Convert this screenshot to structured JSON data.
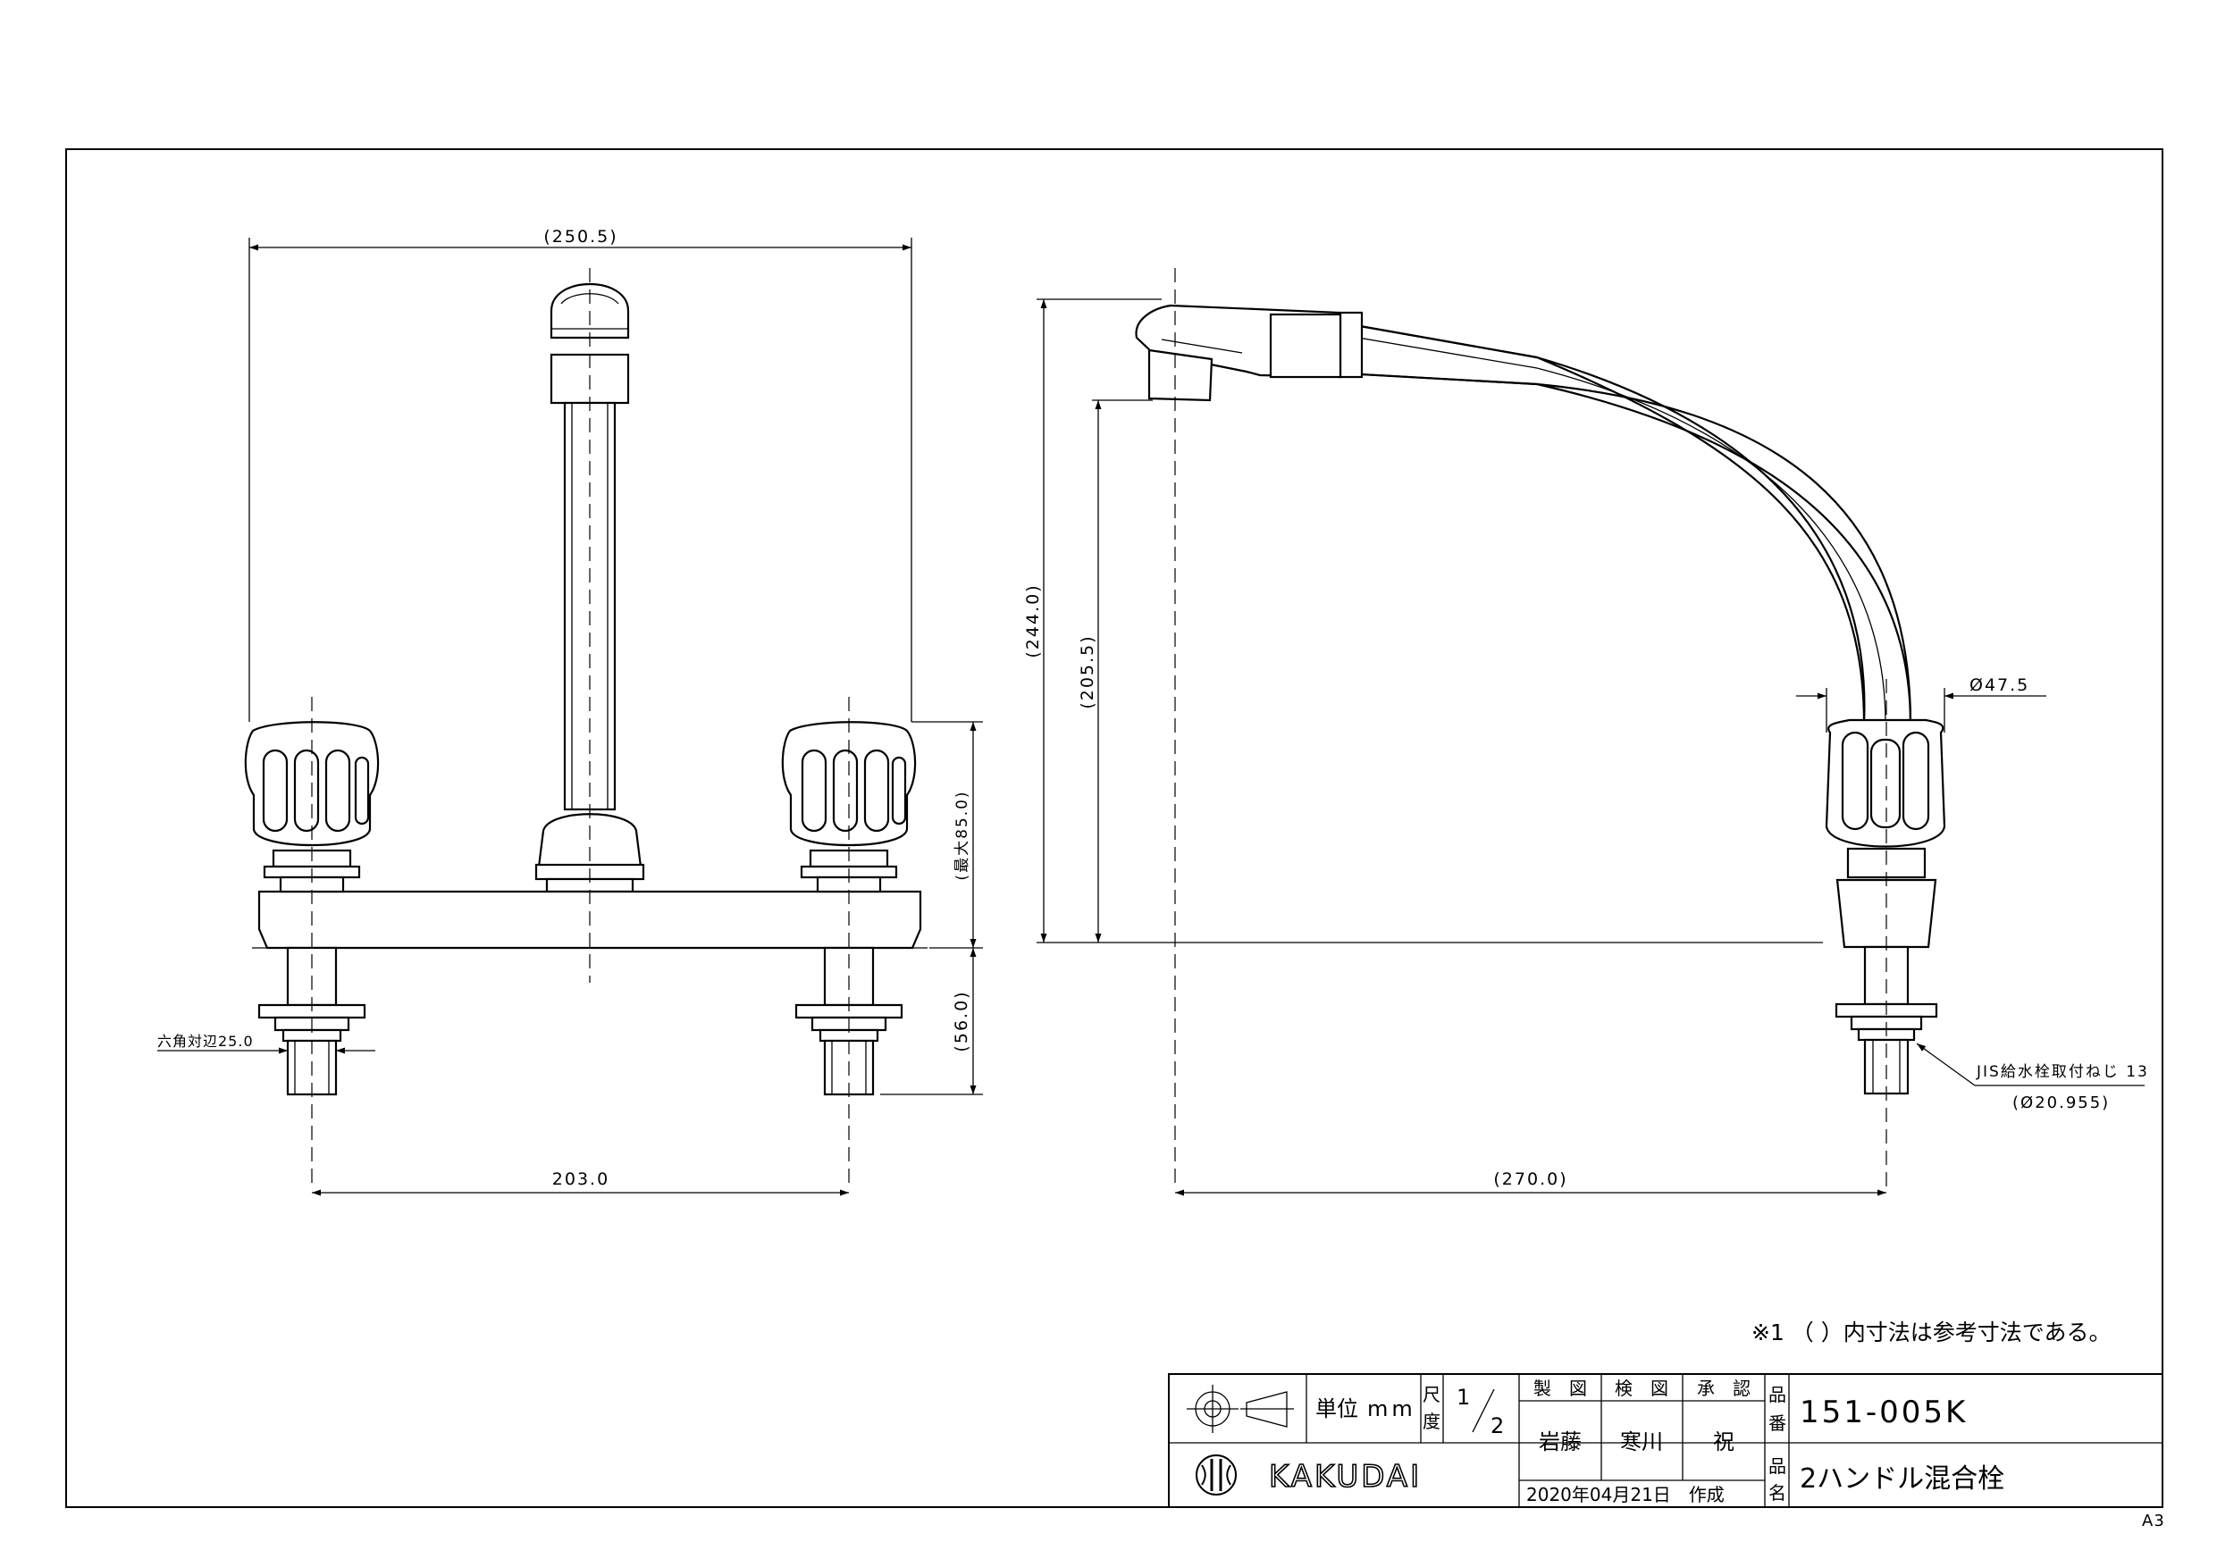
{
  "paper_size": "A3",
  "note": "※1 （ ）内寸法は参考寸法である。",
  "dimensions": {
    "front_width": "(250.5)",
    "mount_pitch": "203.0",
    "hex_across_flats": "六角対辺25.0",
    "max_height_85": "(最大85.0)",
    "stem_56": "(56.0)",
    "side_height_244": "(244.0)",
    "side_height_205": "(205.5)",
    "reach_270": "(270.0)",
    "diameter_47": "Ø47.5",
    "thread_spec": "JIS給水栓取付ねじ 13",
    "thread_diameter": "(Ø20.955)"
  },
  "title_block": {
    "unit_label": "単位",
    "unit_value": "mm",
    "scale_label_top": "尺",
    "scale_label_bottom": "度",
    "scale_numerator": "1",
    "scale_denominator": "2",
    "drawn_label": "製　図",
    "checked_label": "検　図",
    "approved_label": "承　認",
    "drawn_by": "岩藤",
    "checked_by": "寒川",
    "approved_by": "祝",
    "date_created": "2020年04月21日　作成",
    "part_no_label_top": "品",
    "part_no_label_bottom": "番",
    "part_no": "151-005K",
    "part_name_label_top": "品",
    "part_name_label_bottom": "名",
    "part_name": "2ハンドル混合栓",
    "company": "KAKUDAI"
  },
  "icons": [
    "projection-symbol-icon",
    "kakudai-logo-icon"
  ]
}
